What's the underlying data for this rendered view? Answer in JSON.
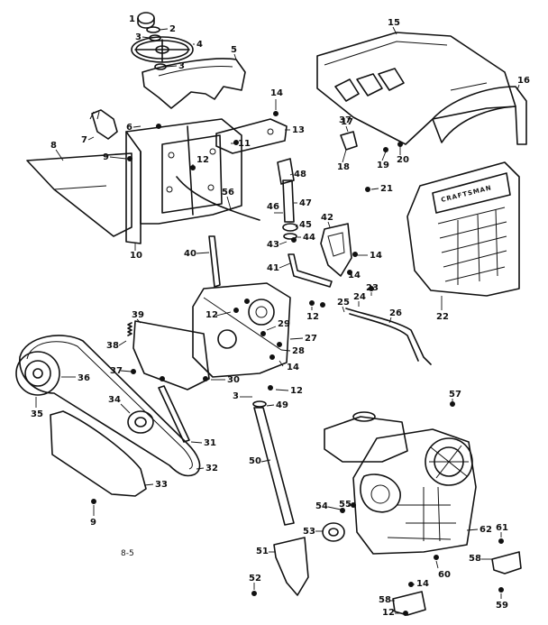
{
  "page_label": "8-5",
  "grille_badge": "CRAFTSMAN",
  "callouts": [
    "1",
    "2",
    "3",
    "4",
    "3",
    "5",
    "6",
    "7",
    "8",
    "9",
    "10",
    "11",
    "12",
    "13",
    "14",
    "15",
    "16",
    "17",
    "18",
    "19",
    "20",
    "21",
    "22",
    "23",
    "24",
    "25",
    "26",
    "27",
    "28",
    "29",
    "30",
    "31",
    "32",
    "33",
    "34",
    "35",
    "36",
    "37",
    "38",
    "39",
    "40",
    "41",
    "42",
    "43",
    "44",
    "45",
    "46",
    "47",
    "48",
    "49",
    "50",
    "51",
    "52",
    "53",
    "54",
    "55",
    "56",
    "57",
    "58",
    "59",
    "60",
    "61",
    "62",
    "14",
    "12",
    "14",
    "37",
    "9",
    "12",
    "3",
    "12",
    "14",
    "14",
    "58",
    "12"
  ]
}
